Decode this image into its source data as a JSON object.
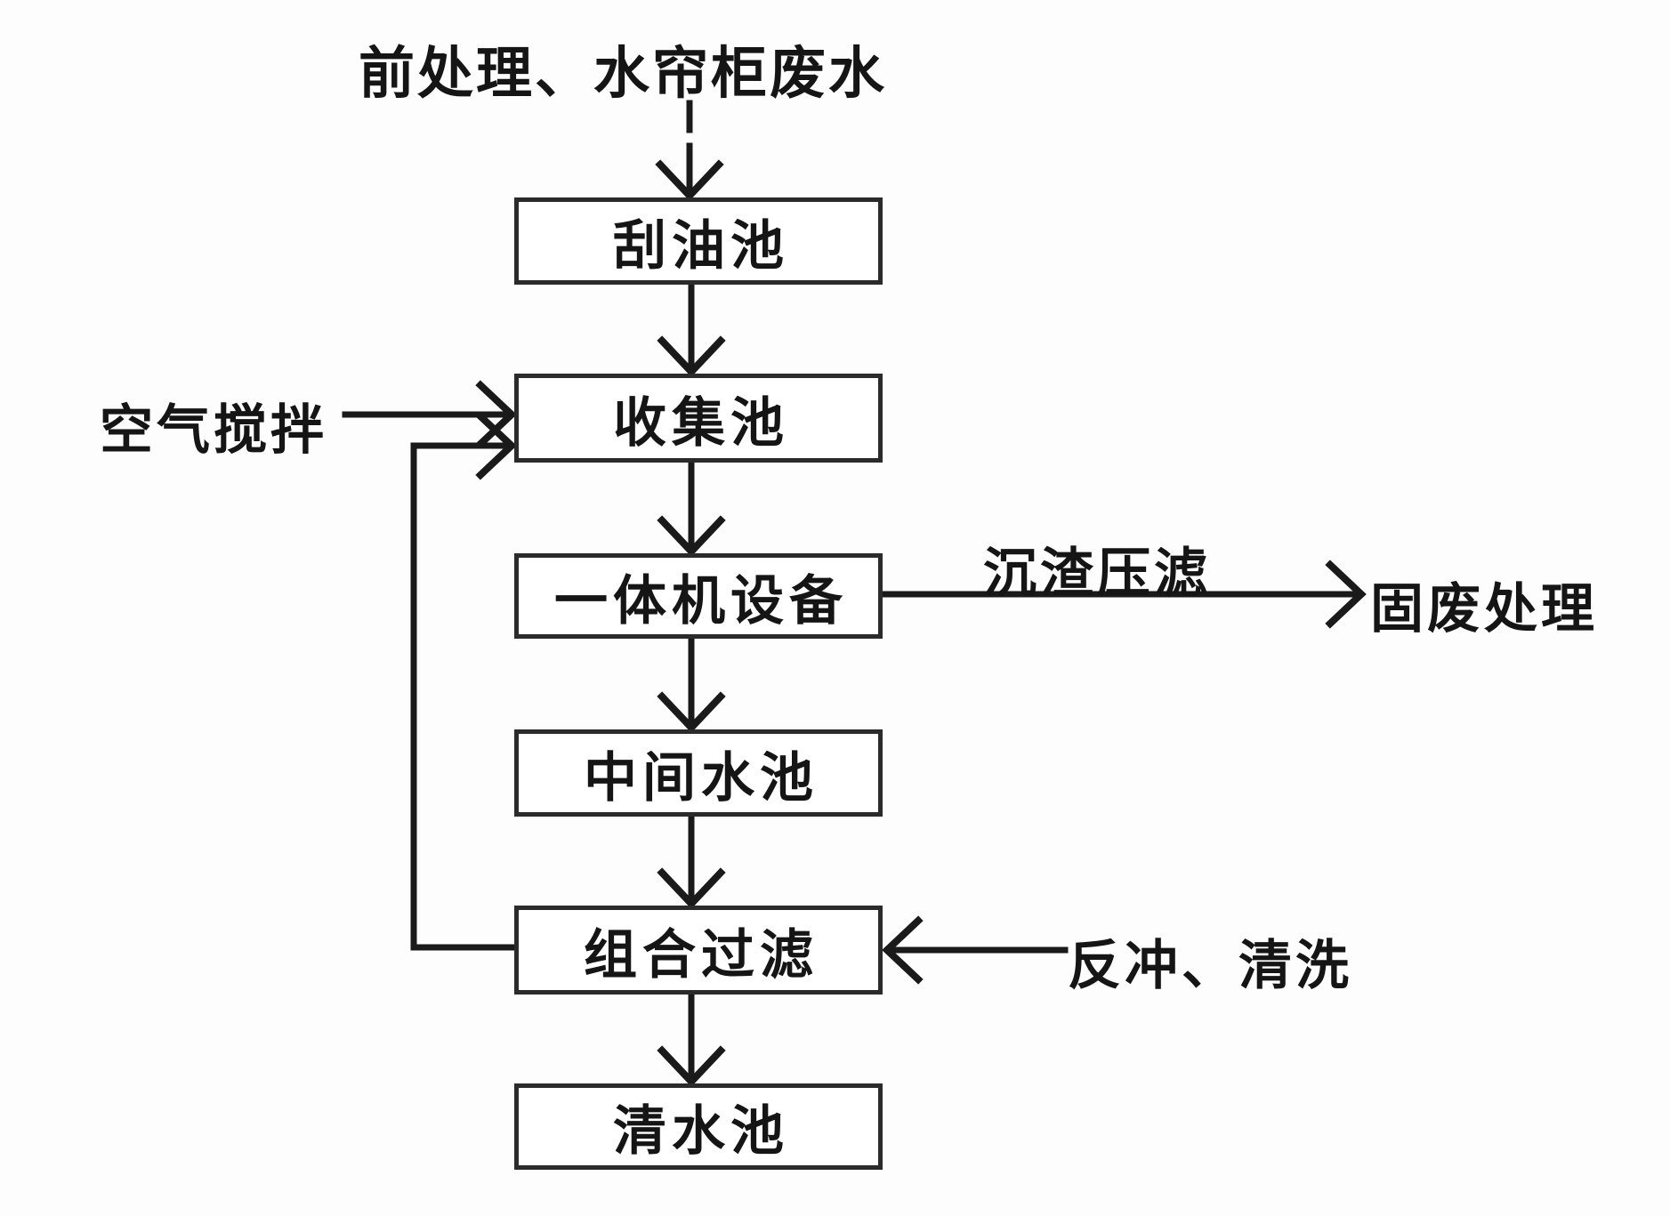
{
  "diagram": {
    "title": "前处理、水帘柜废水",
    "nodes": [
      {
        "id": "oil-scraping-tank",
        "label": "刮油池"
      },
      {
        "id": "collection-tank",
        "label": "收集池"
      },
      {
        "id": "all-in-one-machine",
        "label": "一体机设备"
      },
      {
        "id": "intermediate-tank",
        "label": "中间水池"
      },
      {
        "id": "combined-filter",
        "label": "组合过滤"
      },
      {
        "id": "clean-water-tank",
        "label": "清水池"
      }
    ],
    "annotations": {
      "air_agitation": "空气搅拌",
      "sludge_press_filter": "沉渣压滤",
      "solid_waste_treatment": "固废处理",
      "backwash_clean": "反冲、清洗"
    },
    "colors": {
      "line": "#1a1a1a",
      "text": "#151515",
      "box_border": "#2b2b2b",
      "box_fill": "#ffffff",
      "background": "#fdfdfd"
    }
  }
}
